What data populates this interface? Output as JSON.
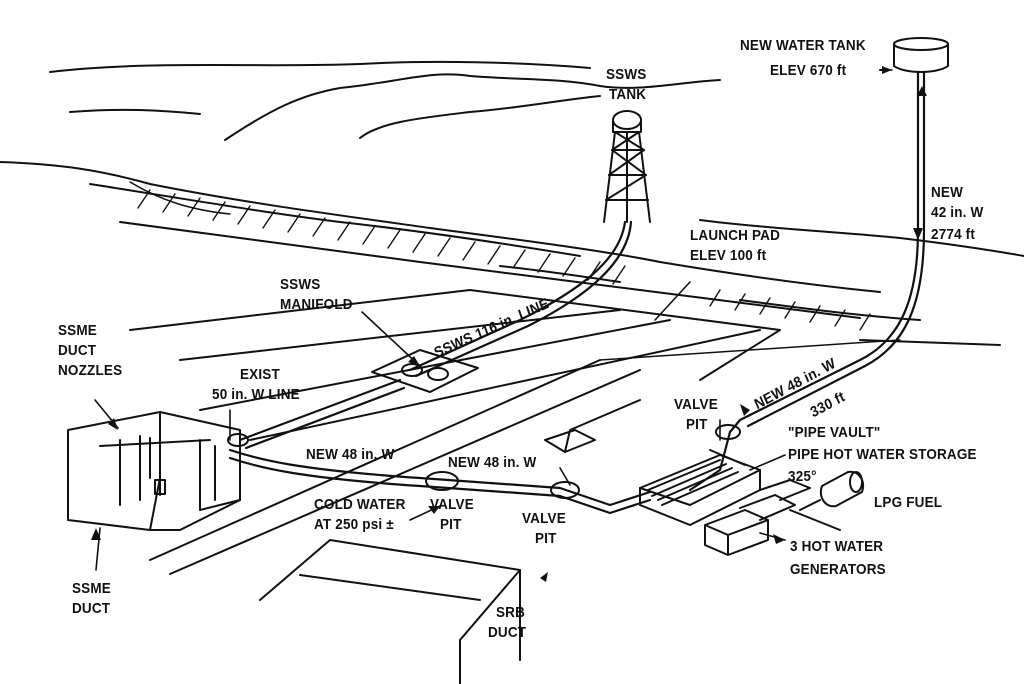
{
  "labels": {
    "new_water_tank": "NEW WATER TANK",
    "elev_670": "ELEV 670 ft",
    "ssws_tank_1": "SSWS",
    "ssws_tank_2": "TANK",
    "new_42_1": "NEW",
    "new_42_2": "42 in. W",
    "new_42_3": "2774 ft",
    "launch_pad_1": "LAUNCH PAD",
    "launch_pad_2": "ELEV 100 ft",
    "ssws_manifold_1": "SSWS",
    "ssws_manifold_2": "MANIFOLD",
    "ssws_line": "SSWS 116 in. LINE",
    "ssme_nozzles_1": "SSME",
    "ssme_nozzles_2": "DUCT",
    "ssme_nozzles_3": "NOZZLES",
    "exist_1": "EXIST",
    "exist_2": "50 in. W LINE",
    "new_48_330_1": "NEW 48 in. W",
    "new_48_330_2": "330 ft",
    "valve_pit_right_1": "VALVE",
    "valve_pit_right_2": "PIT",
    "pipe_vault": "\"PIPE VAULT\"",
    "pipe_hot_storage": "PIPE HOT WATER STORAGE",
    "temp_325": "325°",
    "lpg_fuel": "LPG FUEL",
    "new_48_left": "NEW 48 in. W",
    "new_48_mid": "NEW 48 in. W",
    "cold_water_1": "COLD WATER",
    "cold_water_2": "AT 250 psi ±",
    "valve_pit_mid_1": "VALVE",
    "valve_pit_mid_2": "PIT",
    "valve_pit_low_1": "VALVE",
    "valve_pit_low_2": "PIT",
    "hot_water_gen_1": "3 HOT WATER",
    "hot_water_gen_2": "GENERATORS",
    "ssme_duct_1": "SSME",
    "ssme_duct_2": "DUCT",
    "srb_duct_1": "SRB",
    "srb_duct_2": "DUCT"
  }
}
